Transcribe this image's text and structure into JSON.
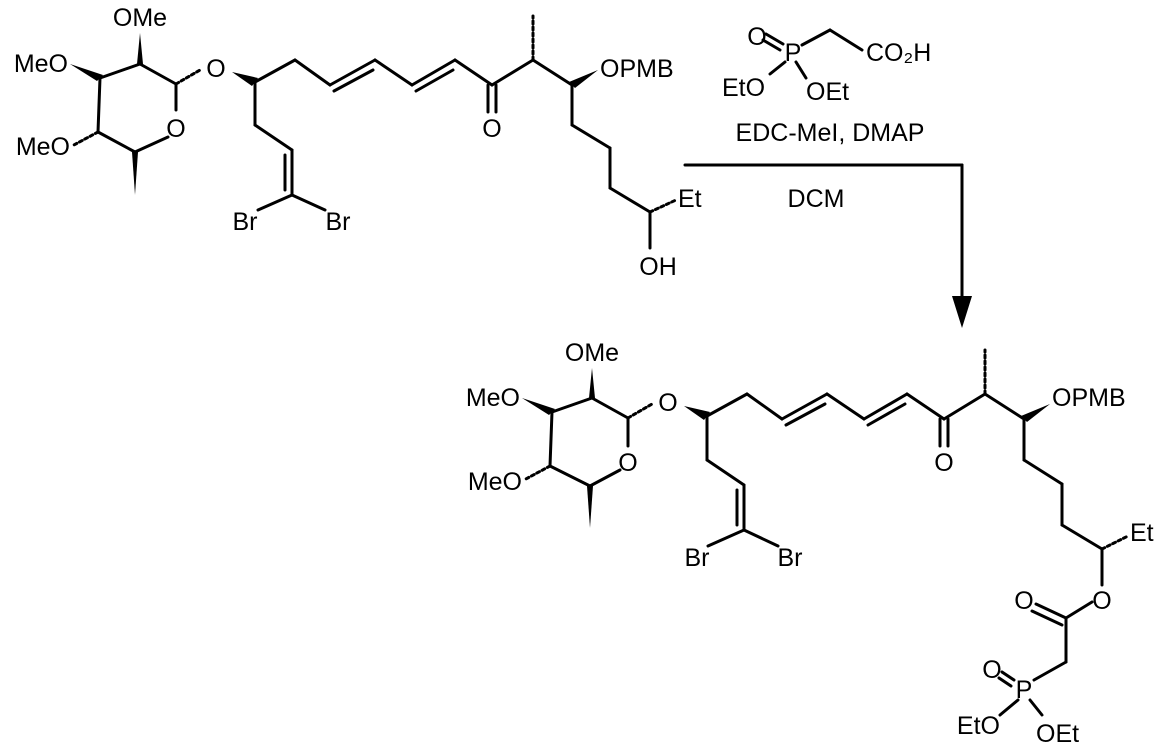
{
  "reactant": {
    "labels": {
      "ome_top": "OMe",
      "meo_1": "MeO",
      "meo_2": "MeO",
      "ring_o": "O",
      "glyco_o": "O",
      "opmb": "OPMB",
      "ketone_o": "O",
      "br_1": "Br",
      "br_2": "Br",
      "et": "Et",
      "oh": "OH"
    }
  },
  "reagent": {
    "phosphonate_o": "O",
    "phosphonate_p": "P",
    "co2h": "CO₂H",
    "eto": "EtO",
    "oet": "OEt"
  },
  "conditions": {
    "line1": "EDC-MeI, DMAP",
    "line2": "DCM"
  },
  "product": {
    "labels": {
      "ome_top": "OMe",
      "meo_1": "MeO",
      "meo_2": "MeO",
      "ring_o": "O",
      "glyco_o": "O",
      "opmb": "OPMB",
      "ketone_o": "O",
      "br_1": "Br",
      "br_2": "Br",
      "et": "Et",
      "ester_o": "O",
      "carbonyl_o": "O",
      "phosphonate_o": "O",
      "phosphonate_p": "P",
      "eto": "EtO",
      "oet": "OEt"
    }
  }
}
